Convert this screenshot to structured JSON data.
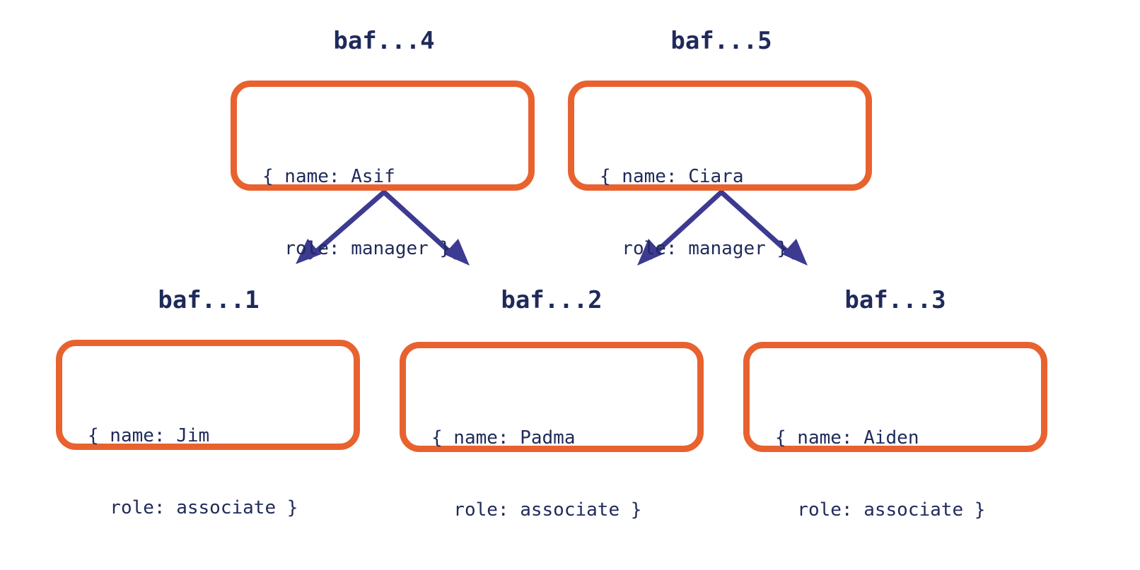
{
  "nodes": {
    "n4": {
      "cid": "baf...4",
      "line1": "{ name: Asif",
      "line2": "  role: manager }"
    },
    "n5": {
      "cid": "baf...5",
      "line1": "{ name: Ciara",
      "line2": "  role: manager }"
    },
    "n1": {
      "cid": "baf...1",
      "line1": "{ name: Jim",
      "line2": "  role: associate }"
    },
    "n2": {
      "cid": "baf...2",
      "line1": "{ name: Padma",
      "line2": "  role: associate }"
    },
    "n3": {
      "cid": "baf...3",
      "line1": "{ name: Aiden",
      "line2": "  role: associate }"
    }
  },
  "edges": [
    {
      "from": "baf...4",
      "to": "baf...1"
    },
    {
      "from": "baf...4",
      "to": "baf...2"
    },
    {
      "from": "baf...5",
      "to": "baf...2"
    },
    {
      "from": "baf...5",
      "to": "baf...3"
    }
  ],
  "colors": {
    "border": "#e8622f",
    "arrow": "#3d3a91",
    "text": "#1f2a5a"
  }
}
